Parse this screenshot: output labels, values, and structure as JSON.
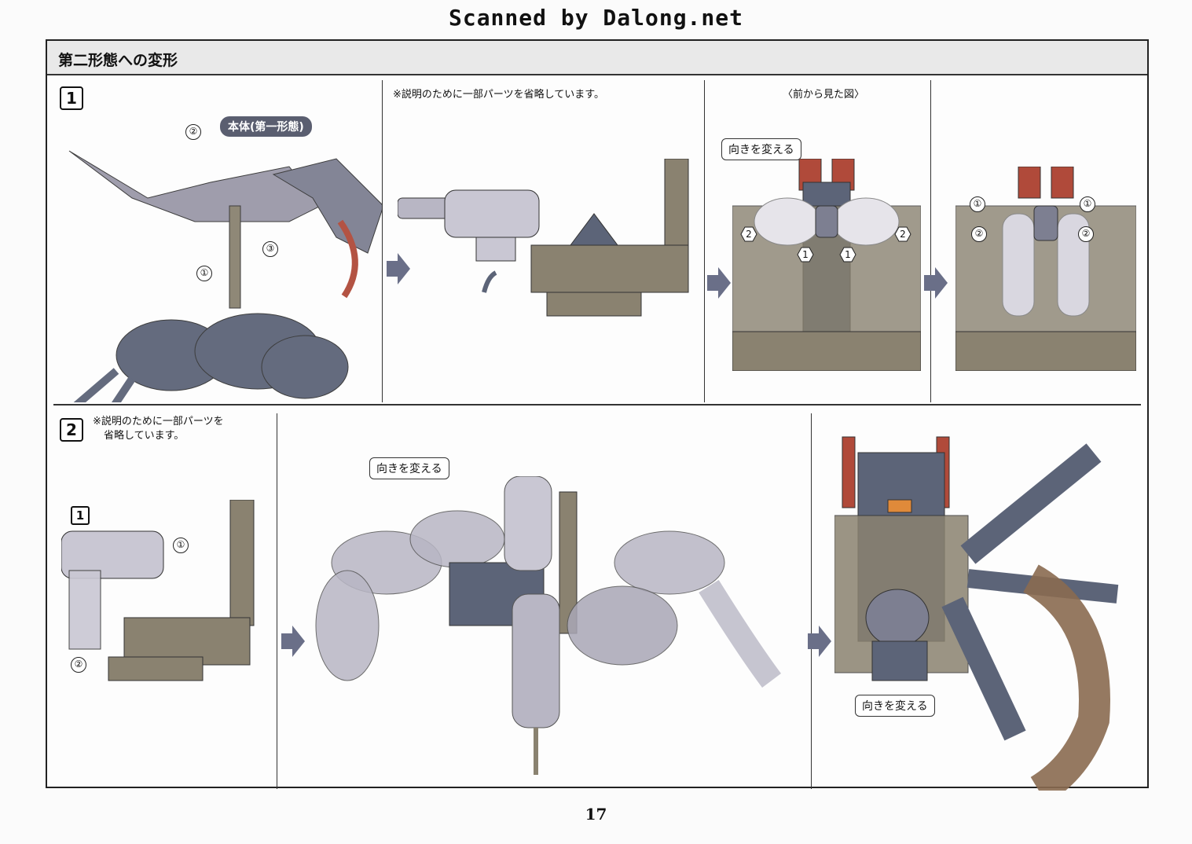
{
  "watermark": "Scanned by Dalong.net",
  "section_title": "第二形態への変形",
  "page_number": "17",
  "step1": {
    "number": "1",
    "body_label": "本体(第一形態)",
    "note": "※説明のために一部パーツを省略しています。",
    "front_view_label": "〈前から見た図〉",
    "callout": "向きを変える",
    "markers": {
      "c1": "①",
      "c2": "②",
      "c3": "③",
      "h1": "1",
      "h2": "2"
    }
  },
  "step2": {
    "number": "2",
    "note_line1": "※説明のために一部パーツを",
    "note_line2": "省略しています。",
    "substep": "1",
    "callout_mid": "向きを変える",
    "callout_right": "向きを変える",
    "markers": {
      "c1": "①",
      "c2": "②"
    }
  },
  "colors": {
    "armor": "#5c6478",
    "frame_tan": "#8a8270",
    "accent_red": "#b04a3a",
    "ghost": "#c9c7d3",
    "flow_arrow": "#6a6f88"
  }
}
